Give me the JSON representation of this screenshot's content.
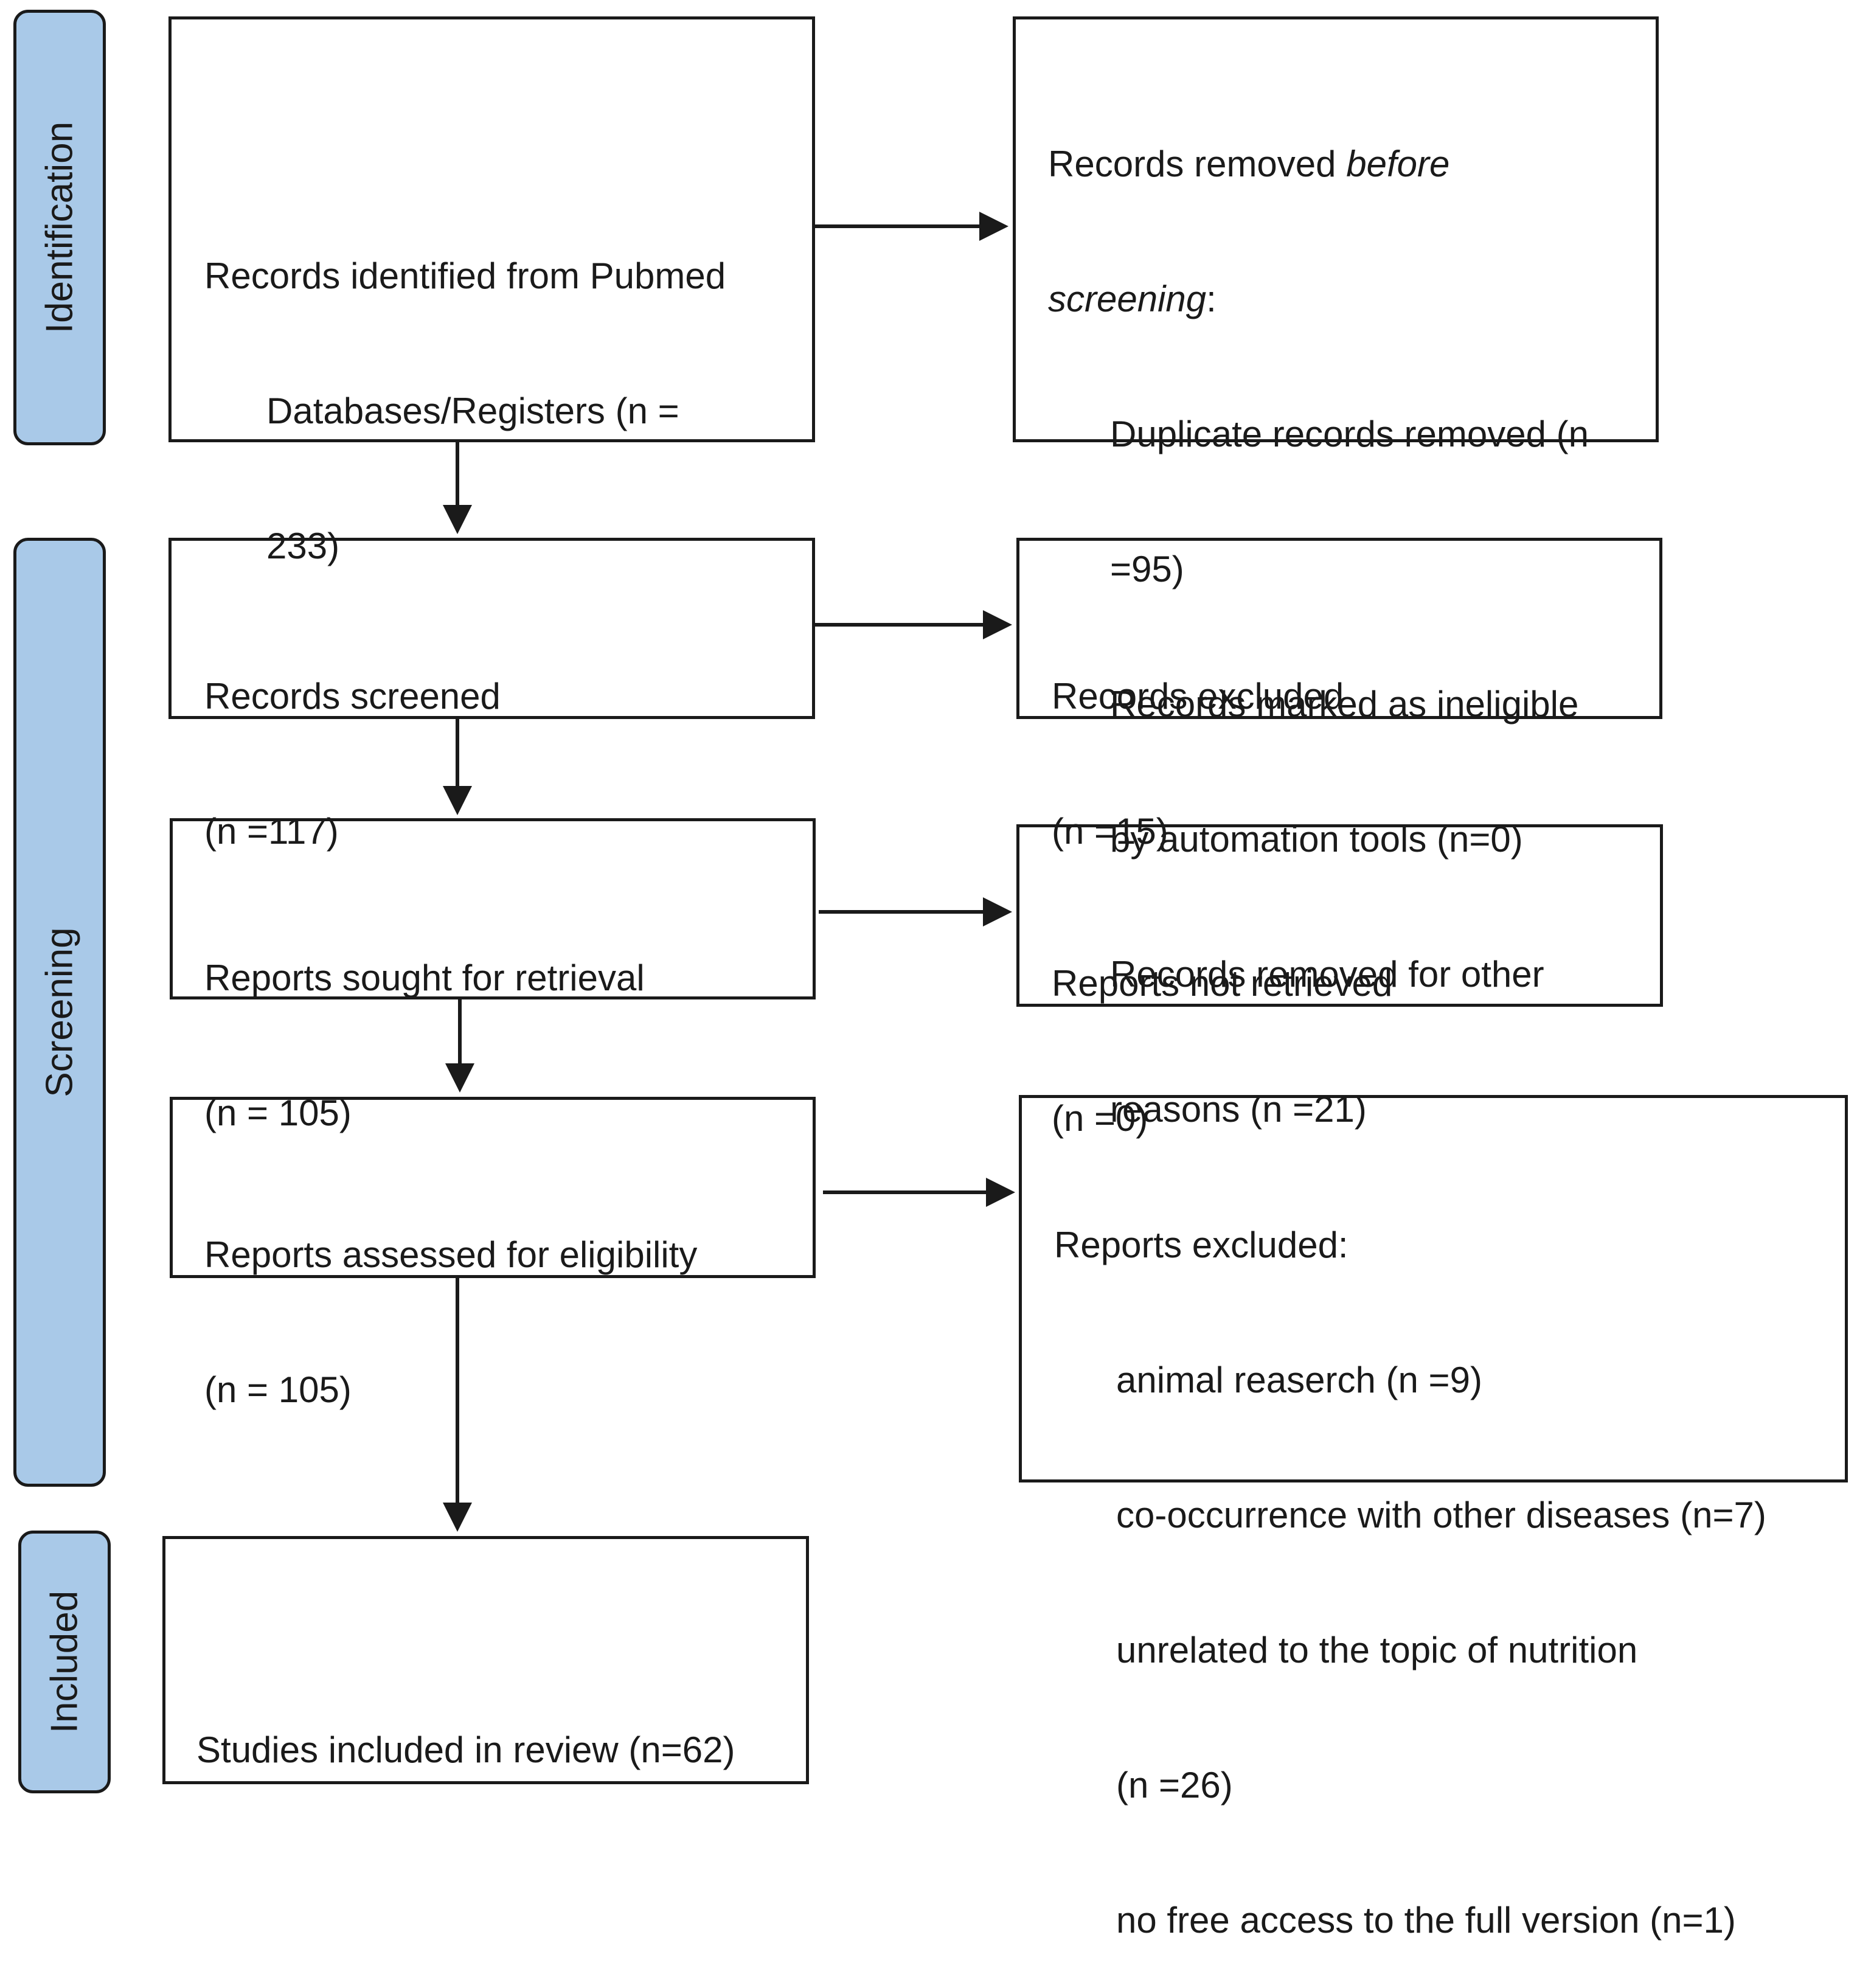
{
  "phases": {
    "identification": "Identification",
    "screening": "Screening",
    "included": "Included"
  },
  "identified": {
    "line1": "Records identified from Pubmed",
    "line2": "Databases/Registers (n =",
    "line3": "233)"
  },
  "removed_before": {
    "prefix": "Records removed ",
    "emph1": "before",
    "emph2": "screening",
    "suffix": ":",
    "items": [
      [
        "Duplicate records removed (n",
        "=95)"
      ],
      [
        "Records marked as ineligible",
        "by automation tools (n=0)"
      ],
      [
        "Records removed for other",
        "reasons (n =21)"
      ]
    ]
  },
  "screened": {
    "label": "Records screened",
    "count": "(n =117)"
  },
  "records_excluded": {
    "label": "Records excluded",
    "count": "(n =15)"
  },
  "sought": {
    "label": "Reports sought for retrieval",
    "count": "(n = 105)"
  },
  "not_retrieved": {
    "label": "Reports not retrieved",
    "count": "(n =0)"
  },
  "assessed": {
    "label": "Reports assessed for eligibility",
    "count": "(n = 105)"
  },
  "reports_excluded": {
    "label": "Reports excluded:",
    "items": [
      [
        "animal reaserch (n =9)"
      ],
      [
        "co-occurrence with other diseases (n=7)"
      ],
      [
        "unrelated to the topic of nutrition",
        "(n =26)"
      ],
      [
        "no free access to the full version (n=1)"
      ]
    ]
  },
  "included": {
    "label": "Studies included in review (n=62)"
  }
}
